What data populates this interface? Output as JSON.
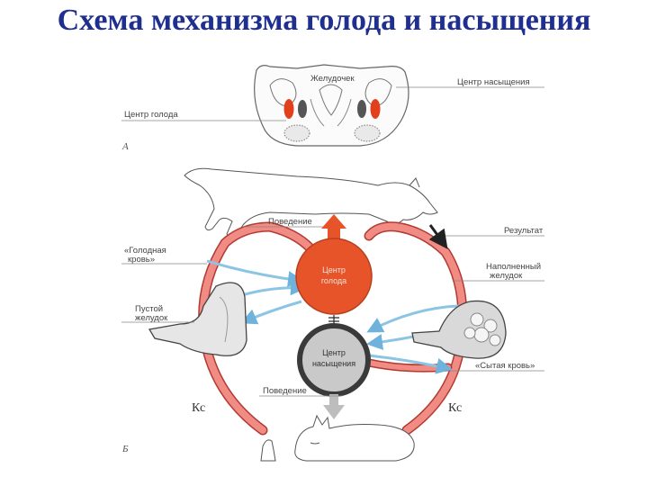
{
  "title": "Схема механизма голода и насыщения",
  "panel_a": {
    "letter": "А",
    "labels": {
      "stomach": "Желудочек",
      "satiety_center": "Центр насыщения",
      "hunger_center": "Центр голода"
    }
  },
  "panel_b": {
    "letter": "Б",
    "labels": {
      "behavior_top": "Поведение",
      "result": "Результат",
      "hungry_blood_1": "«Голодная",
      "hungry_blood_2": "кровь»",
      "full_stomach_1": "Наполненный",
      "full_stomach_2": "желудок",
      "empty_stomach_1": "Пустой",
      "empty_stomach_2": "желудок",
      "fed_blood": "«Сытая кровь»",
      "behavior_bottom": "Поведение",
      "kc_left": "Кс",
      "kc_right": "Кс"
    },
    "centers": {
      "hunger_1": "Центр",
      "hunger_2": "голода",
      "satiety_1": "Центр",
      "satiety_2": "насыщения"
    }
  },
  "colors": {
    "title": "#1f2f8f",
    "hunger_center": "#e8542a",
    "satiety_center": "#5a5a5a",
    "blood_red": "#e35a50",
    "nerve_blue": "#8cc4e4"
  }
}
